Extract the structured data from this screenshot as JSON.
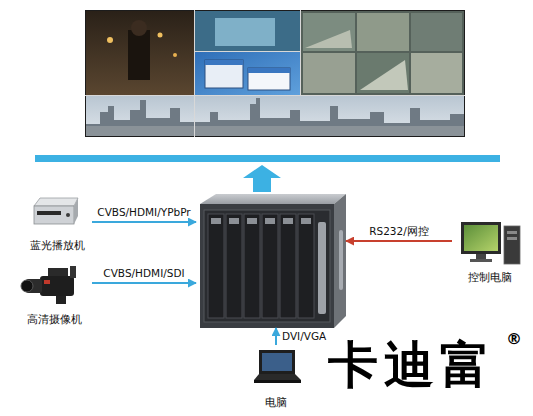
{
  "diagram": {
    "nodes": [
      {
        "text": [
          "蓝光播放机"
        ]
      },
      {
        "text": [
          "高清摄像机"
        ]
      },
      {
        "text": []
      },
      {
        "text": [
          "控制电脑"
        ]
      },
      {
        "text": [
          "电脑"
        ]
      }
    ],
    "edges": [
      {
        "from": 0,
        "to": 2,
        "label": "CVBS/HDMI/YPbPr",
        "arrow": "to"
      },
      {
        "from": 1,
        "to": 2,
        "label": "CVBS/HDMI/SDI",
        "arrow": "to"
      },
      {
        "from": 3,
        "to": 2,
        "label": "RS232/网控",
        "arrow": "to"
      },
      {
        "from": 4,
        "to": 2,
        "label": "DVI/VGA",
        "arrow": "to"
      }
    ],
    "labels": [
      "卡迪富",
      "®"
    ]
  }
}
